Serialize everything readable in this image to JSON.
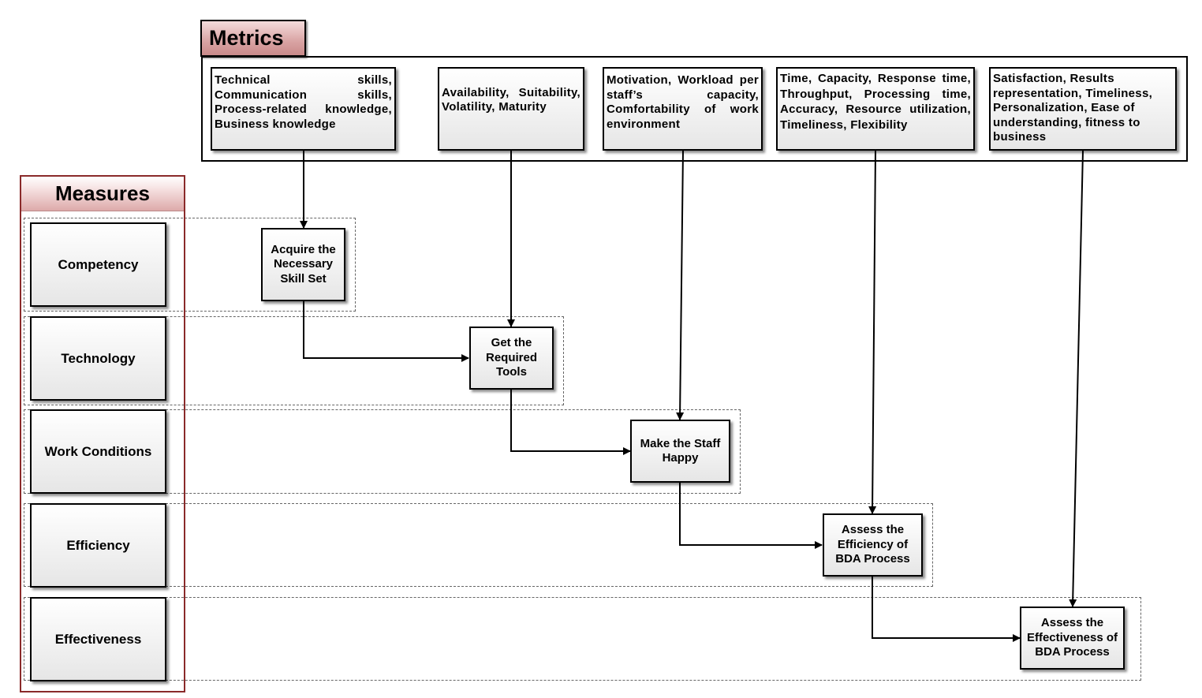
{
  "metrics": {
    "title": "Metrics",
    "items": [
      "Technical skills, Communication skills, Process-related knowledge, Business knowledge",
      "Availability, Suitability, Volatility, Maturity",
      "Motivation, Workload per staff’s capacity, Comfortability of work environment",
      "Time, Capacity, Response time, Throughput, Processing time, Accuracy, Resource utilization, Timeliness, Flexibility",
      "Satisfaction, Results representation, Timeliness, Personalization, Ease of understanding, fitness to business"
    ]
  },
  "measures": {
    "title": "Measures",
    "items": [
      "Competency",
      "Technology",
      "Work Conditions",
      "Efficiency",
      "Effectiveness"
    ]
  },
  "steps": [
    "Acquire the Necessary Skill Set",
    "Get the Required Tools",
    "Make the Staff Happy",
    "Assess the Efficiency of BDA Process",
    "Assess the Effectiveness of BDA Process"
  ],
  "colors": {
    "header_fill": "#d9a3a3",
    "measures_border": "#8a2a2a",
    "box_fill": "#e6e6e6"
  }
}
